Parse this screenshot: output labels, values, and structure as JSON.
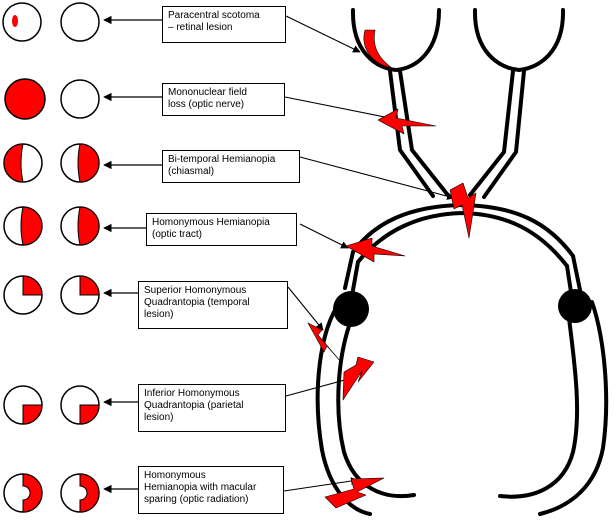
{
  "colors": {
    "lesion": "#ff0000",
    "outline": "#000000",
    "background": "#ffffff"
  },
  "labels": [
    {
      "id": "paracentral",
      "lines": [
        "Paracentral scotoma",
        "– retinal lesion"
      ]
    },
    {
      "id": "mononuclear",
      "lines": [
        "Mononuclear field",
        "loss (optic nerve)"
      ]
    },
    {
      "id": "bitemporal",
      "lines": [
        "Bi-temporal Hemianopia",
        "(chiasmal)"
      ]
    },
    {
      "id": "homonymous",
      "lines": [
        "Homonymous Hemianopia",
        "(optic tract)"
      ]
    },
    {
      "id": "superior",
      "lines": [
        "Superior Homonymous",
        "Quadrantopia (temporal",
        "lesion)"
      ]
    },
    {
      "id": "inferior",
      "lines": [
        "Inferior Homonymous",
        "Quadrantopia (parietal",
        "lesion)"
      ]
    },
    {
      "id": "macular",
      "lines": [
        "Homonymous",
        "Hemianopia with macular",
        "sparing (optic radiation)"
      ]
    }
  ]
}
